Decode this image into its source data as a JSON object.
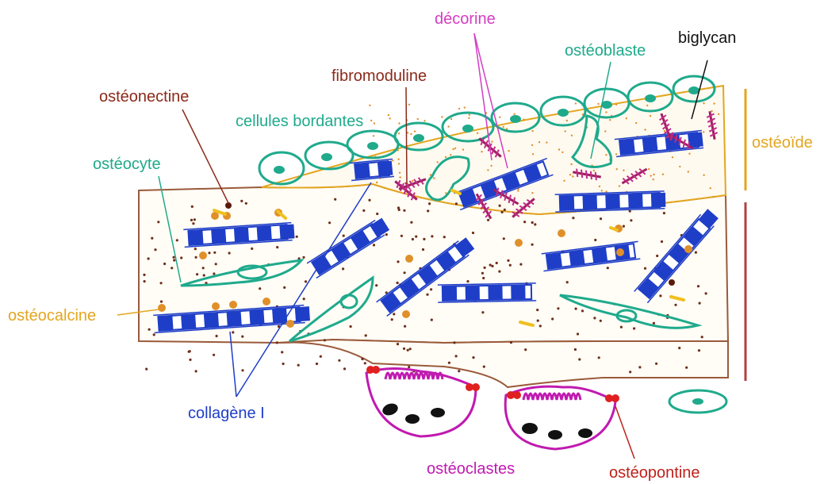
{
  "labels": {
    "osteonectine": "ostéonectine",
    "fibromoduline": "fibromoduline",
    "decorine": "décorine",
    "osteoblaste": "ostéoblaste",
    "biglycan": "biglycan",
    "cellules_bordantes": "cellules bordantes",
    "osteocyte": "ostéocyte",
    "osteoide": "ostéoïde",
    "osteocalcine": "ostéocalcine",
    "collagene": "collagène I",
    "osteoclastes": "ostéoclastes",
    "osteopontine": "ostéopontine"
  },
  "colors": {
    "osteonectine": "#8b2a1a",
    "fibromoduline": "#8b2a1a",
    "decorine": "#d43cc4",
    "biglycan": "#111111",
    "teal": "#1faa8c",
    "osteoide": "#e3a61f",
    "collagene": "#1f3ec8",
    "osteoclast": "#c01ab0",
    "osteopontine": "#c0201a",
    "tissue_outline": "#9a5a3a",
    "dots": "#6e2e1a"
  }
}
